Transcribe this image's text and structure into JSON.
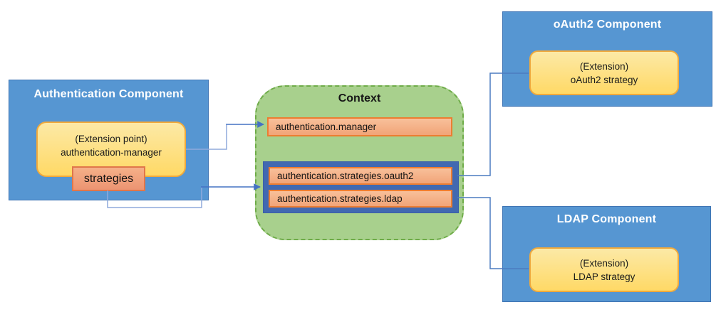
{
  "auth_component": {
    "title": "Authentication Component",
    "extension_point": {
      "line1": "(Extension point)",
      "line2": "authentication-manager"
    },
    "strategies_label": "strategies"
  },
  "context": {
    "title": "Context",
    "manager_entry": "authentication.manager",
    "strategy_entries": [
      "authentication.strategies.oauth2",
      "authentication.strategies.ldap"
    ]
  },
  "oauth2_component": {
    "title": "oAuth2 Component",
    "extension": {
      "line1": "(Extension)",
      "line2": "oAuth2 strategy"
    }
  },
  "ldap_component": {
    "title": "LDAP Component",
    "extension": {
      "line1": "(Extension)",
      "line2": "LDAP strategy"
    }
  },
  "colors": {
    "component_blue": "#5696D2",
    "component_border_blue": "#3E74B4",
    "yellow_fill_top": "#FCE9A6",
    "yellow_fill_bottom": "#FFD966",
    "yellow_border": "#F0A93C",
    "orange_fill_top": "#F8C09A",
    "orange_fill_bottom": "#F1A478",
    "orange_border": "#ED7D31",
    "salmon_fill": "#F0A080",
    "salmon_border": "#E0764A",
    "green_fill": "#A8D08D",
    "green_border": "#6FAC49",
    "container_blue": "#4169B1",
    "connector_dark": "#4472C4",
    "connector_light": "#8FAADC"
  }
}
